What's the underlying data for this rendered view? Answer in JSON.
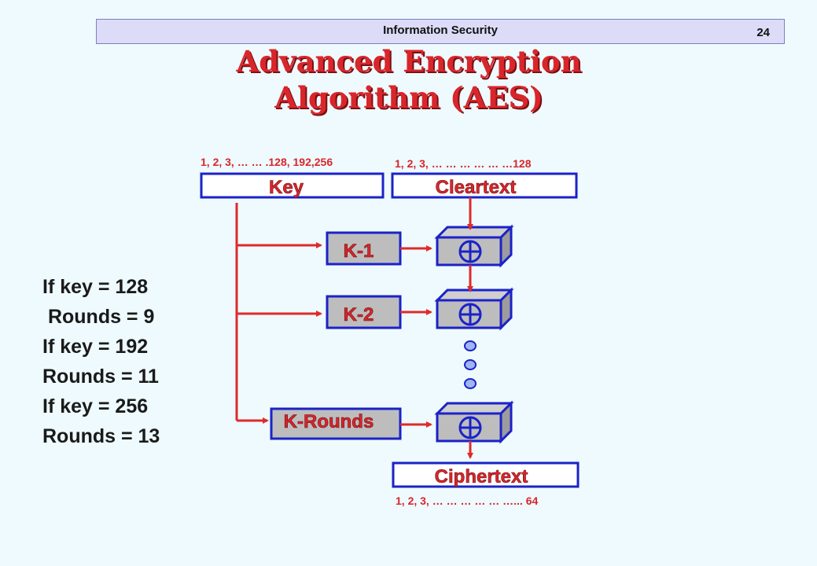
{
  "header": {
    "title": "Information Security",
    "page_number": "24"
  },
  "title": {
    "line1": "Advanced Encryption",
    "line2": "Algorithm (AES)"
  },
  "rounds_text": [
    "If key = 128",
    " Rounds = 9",
    "If key = 192",
    "Rounds = 11",
    "If key = 256",
    "Rounds = 13"
  ],
  "diagram": {
    "key_range": "1, 2, 3, … … .128, 192,256",
    "cleartext_range": "1, 2, 3, … … … … … …128",
    "key_label": "Key",
    "cleartext_label": "Cleartext",
    "round_keys": [
      "K-1",
      "K-2",
      "K-Rounds"
    ],
    "xor_symbol": "⊕",
    "ciphertext_label": "Ciphertext",
    "ciphertext_range": "1, 2, 3, … … … … … …... 64"
  },
  "colors": {
    "background": "#eefafd",
    "title_red": "#d9262b",
    "box_border": "#1b22c8",
    "arrow_red": "#e02a2a",
    "block_gray": "#bdbdbd",
    "dot_blue": "#9fb6f2"
  }
}
